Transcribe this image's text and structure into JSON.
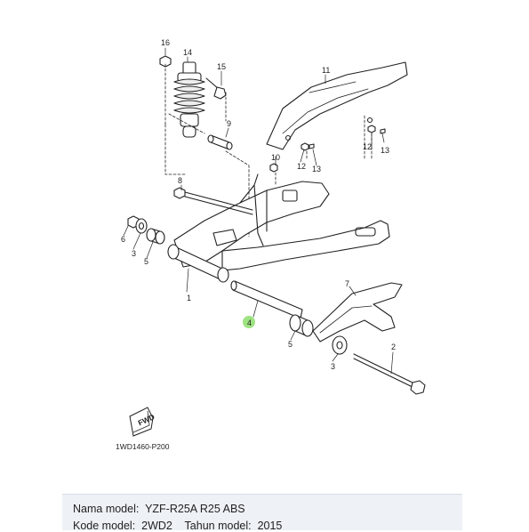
{
  "diagram": {
    "parts": [
      {
        "number": "1"
      },
      {
        "number": "2"
      },
      {
        "number": "3"
      },
      {
        "number": "3"
      },
      {
        "number": "4"
      },
      {
        "number": "5"
      },
      {
        "number": "5"
      },
      {
        "number": "6"
      },
      {
        "number": "7"
      },
      {
        "number": "8"
      },
      {
        "number": "9"
      },
      {
        "number": "10"
      },
      {
        "number": "11"
      },
      {
        "number": "12"
      },
      {
        "number": "12"
      },
      {
        "number": "13"
      },
      {
        "number": "13"
      },
      {
        "number": "14"
      },
      {
        "number": "15"
      },
      {
        "number": "16"
      }
    ],
    "direction_badge": "FWD",
    "diagram_code": "1WD1460-P200",
    "highlight_color": "#7ed957"
  },
  "info": {
    "model_name_label": "Nama model:",
    "model_name_value": "YZF-R25A R25 ABS",
    "model_code_label": "Kode model:",
    "model_code_value": "2WD2",
    "year_label": "Tahun model:",
    "year_value": "2015"
  }
}
